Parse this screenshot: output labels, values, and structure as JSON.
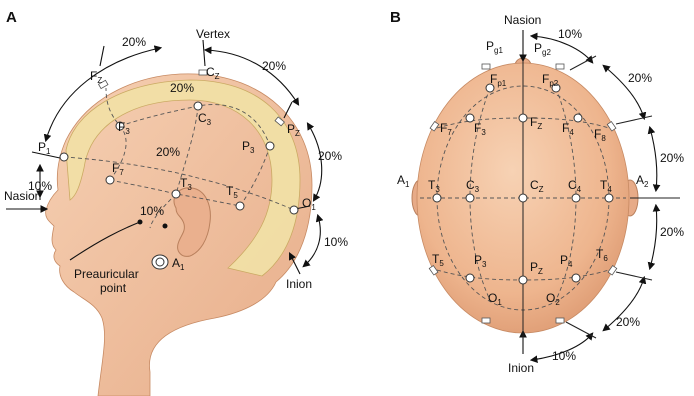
{
  "panels": {
    "a": {
      "letter": "A",
      "landmarks": {
        "vertex": "Vertex",
        "nasion": "Nasion",
        "inion": "Inion",
        "preauricular_line1": "Preauricular",
        "preauricular_line2": "point"
      },
      "electrodes": {
        "Fz": {
          "main": "F",
          "sub": "Z"
        },
        "Cz": {
          "main": "C",
          "sub": "Z"
        },
        "Pz": {
          "main": "P",
          "sub": "Z"
        },
        "P1": {
          "main": "P",
          "sub": "1"
        },
        "F3": {
          "main": "F",
          "sub": "3"
        },
        "C3": {
          "main": "C",
          "sub": "3"
        },
        "P3": {
          "main": "P",
          "sub": "3"
        },
        "F7": {
          "main": "F",
          "sub": "7"
        },
        "T3": {
          "main": "T",
          "sub": "3"
        },
        "T5": {
          "main": "T",
          "sub": "5"
        },
        "O1": {
          "main": "O",
          "sub": "1"
        },
        "A1": {
          "main": "A",
          "sub": "1"
        }
      },
      "percentages": {
        "top_left": "20%",
        "top_right": "20%",
        "inner_top": "20%",
        "inner_mid": "20%",
        "right": "20%",
        "left_low": "10%",
        "ear": "10%",
        "bottom_right": "10%"
      }
    },
    "b": {
      "letter": "B",
      "landmarks": {
        "nasion": "Nasion",
        "inion": "Inion"
      },
      "electrodes": {
        "Pg1": {
          "main": "P",
          "sub": "g1"
        },
        "Pg2": {
          "main": "P",
          "sub": "g2"
        },
        "Fp1": {
          "main": "F",
          "sub": "p1"
        },
        "Fp2": {
          "main": "F",
          "sub": "p2"
        },
        "F7": {
          "main": "F",
          "sub": "7"
        },
        "F3": {
          "main": "F",
          "sub": "3"
        },
        "Fz": {
          "main": "F",
          "sub": "Z"
        },
        "F4": {
          "main": "F",
          "sub": "4"
        },
        "F8": {
          "main": "F",
          "sub": "8"
        },
        "A1": {
          "main": "A",
          "sub": "1"
        },
        "T3": {
          "main": "T",
          "sub": "3"
        },
        "C3": {
          "main": "C",
          "sub": "3"
        },
        "Cz": {
          "main": "C",
          "sub": "Z"
        },
        "C4": {
          "main": "C",
          "sub": "4"
        },
        "T4": {
          "main": "T",
          "sub": "4"
        },
        "A2": {
          "main": "A",
          "sub": "2"
        },
        "T5": {
          "main": "T",
          "sub": "5"
        },
        "P3": {
          "main": "P",
          "sub": "3"
        },
        "Pz": {
          "main": "P",
          "sub": "Z"
        },
        "P4": {
          "main": "P",
          "sub": "4"
        },
        "T6": {
          "main": "T",
          "sub": "6"
        },
        "O1": {
          "main": "O",
          "sub": "1"
        },
        "O2": {
          "main": "O",
          "sub": "2"
        }
      },
      "percentages": {
        "top": "10%",
        "right_upper": "20%",
        "right_mid1": "20%",
        "right_mid2": "20%",
        "right_lower": "20%",
        "bottom": "10%"
      }
    }
  }
}
